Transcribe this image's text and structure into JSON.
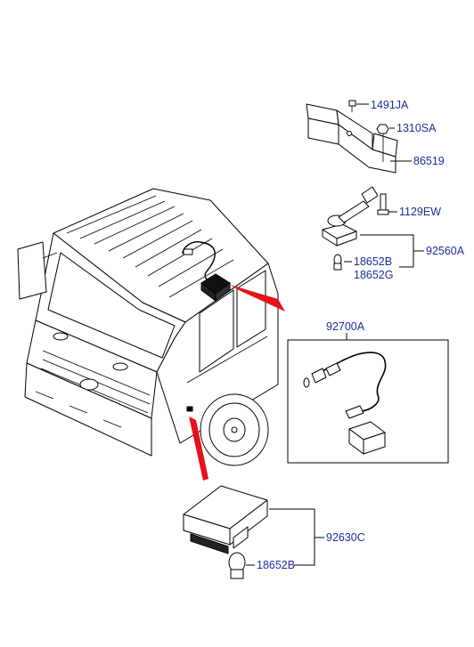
{
  "diagram": {
    "part_labels": {
      "bolt_1491ja": "1491JA",
      "nut_1310sa": "1310SA",
      "bracket_86519": "86519",
      "screw_1129ew": "1129EW",
      "lamp_assy_92560a": "92560A",
      "bulb_18652b_top": "18652B",
      "bulb_18652g": "18652G",
      "harness_92700a": "92700A",
      "lamp_assy_92630c": "92630C",
      "bulb_18652b_bottom": "18652B"
    },
    "colors": {
      "label_text": "#1a2f9c",
      "pointer_arrow": "#e8101a",
      "line_art": "#000000"
    },
    "icons": {
      "truck": "truck-cab-icon",
      "roof_lamp": "roof-lamp-icon",
      "bracket": "mounting-bracket-icon",
      "harness": "wiring-harness-icon",
      "side_lamp": "side-lamp-icon",
      "bulb": "bulb-icon"
    }
  }
}
